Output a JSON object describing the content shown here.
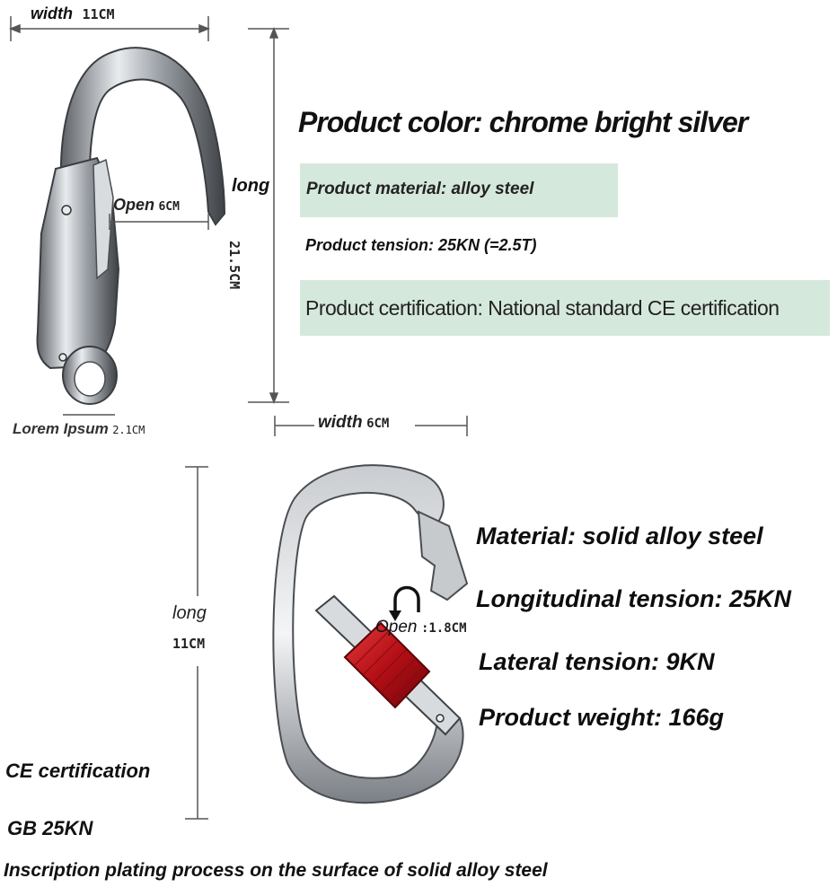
{
  "hook": {
    "width_label": "width",
    "width_value": "11CM",
    "long_label": "long",
    "long_value": "21.5CM",
    "open_label": "Open",
    "open_value": "6CM",
    "ring_label": "Lorem Ipsum",
    "ring_value": "2.1CM"
  },
  "specs_top": {
    "color": "Product color: chrome bright silver",
    "material": "Product material: alloy steel",
    "tension": "Product tension: 25KN (=2.5T)",
    "certification": "Product certification: National standard CE certification"
  },
  "carabiner": {
    "width_label": "width",
    "width_value": "6CM",
    "long_label": "long",
    "long_value": "11CM",
    "open_label": "Open",
    "open_value": ":1.8CM"
  },
  "specs_bottom": {
    "material": "Material: solid alloy steel",
    "longitudinal": "Longitudinal tension: 25KN",
    "lateral": "Lateral tension: 9KN",
    "weight": "Product weight: 166g"
  },
  "footer": {
    "ce": "CE certification",
    "gb": "GB 25KN",
    "inscription": "Inscription plating process on the surface of solid alloy steel"
  },
  "colors": {
    "highlight": "#d5e8dc",
    "lock_sleeve": "#c8151c",
    "metal": "#b9bcc0"
  }
}
